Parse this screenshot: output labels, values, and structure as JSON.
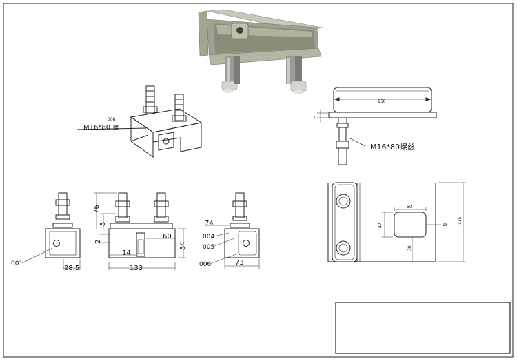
{
  "drawing": {
    "top_iso": {
      "callout_part": "008",
      "bolt_spec": "M16*80",
      "bolt_suffix": "螺"
    },
    "side_view": {
      "length": "160",
      "plate_thickness": "5",
      "bolt_spec": "M16*80螺丝"
    },
    "front_view": {
      "height_total": "76",
      "gap": "5",
      "offset": "2",
      "length": "133",
      "inner": "14",
      "ear": "60",
      "height": "54"
    },
    "left_view": {
      "width": "28.5",
      "part_label": "001"
    },
    "right_view": {
      "part_a": "74",
      "part_b": "004",
      "part_c": "005",
      "part_d": "006",
      "width": "73"
    },
    "plan_view": {
      "slot_w": "50",
      "slot_h": "42",
      "slot_offset": "18",
      "slot_bottom": "38",
      "height": "115"
    }
  },
  "colors": {
    "line": "#222222",
    "metal_light": "#b9bcb4",
    "metal_mid": "#8e918a",
    "metal_dark": "#5e615c",
    "photo_galvanized": "#a8aa96"
  }
}
